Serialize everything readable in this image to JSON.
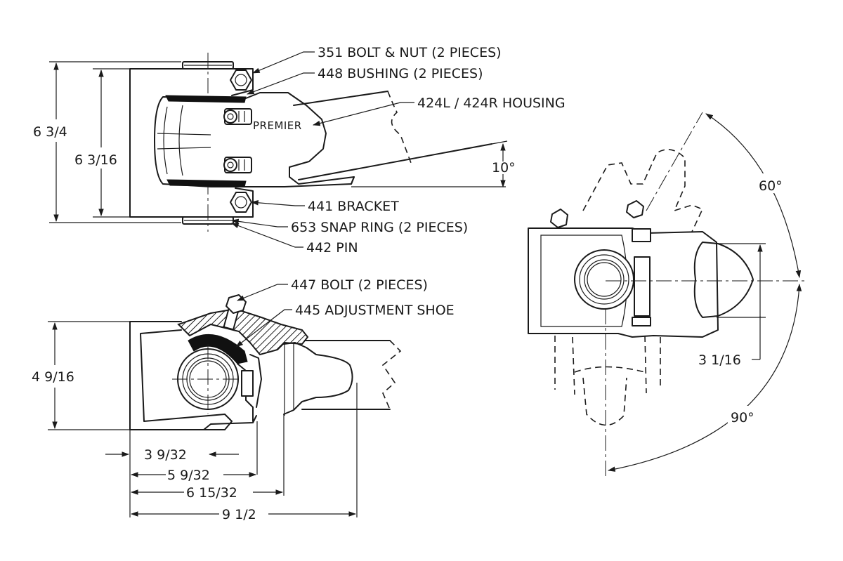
{
  "callouts": {
    "bolt_nut": "351 BOLT & NUT (2 PIECES)",
    "bushing": "448 BUSHING (2 PIECES)",
    "housing": "424L / 424R HOUSING",
    "bracket": "441 BRACKET",
    "snap_ring": "653 SNAP RING (2 PIECES)",
    "pin": "442 PIN",
    "bolt": "447 BOLT (2 PIECES)",
    "shoe": "445 ADJUSTMENT SHOE"
  },
  "brand": "PREMIER",
  "dimensions": {
    "overall_height": "6 3/4",
    "inner_height": "6 3/16",
    "tilt_angle": "10°",
    "side_height": "4 9/16",
    "d1": "3 9/32",
    "d2": "5 9/32",
    "d3": "6 15/32",
    "d4": "9 1/2",
    "rotation_up": "60°",
    "jaw_opening": "3 1/16",
    "rotation_down": "90°"
  }
}
